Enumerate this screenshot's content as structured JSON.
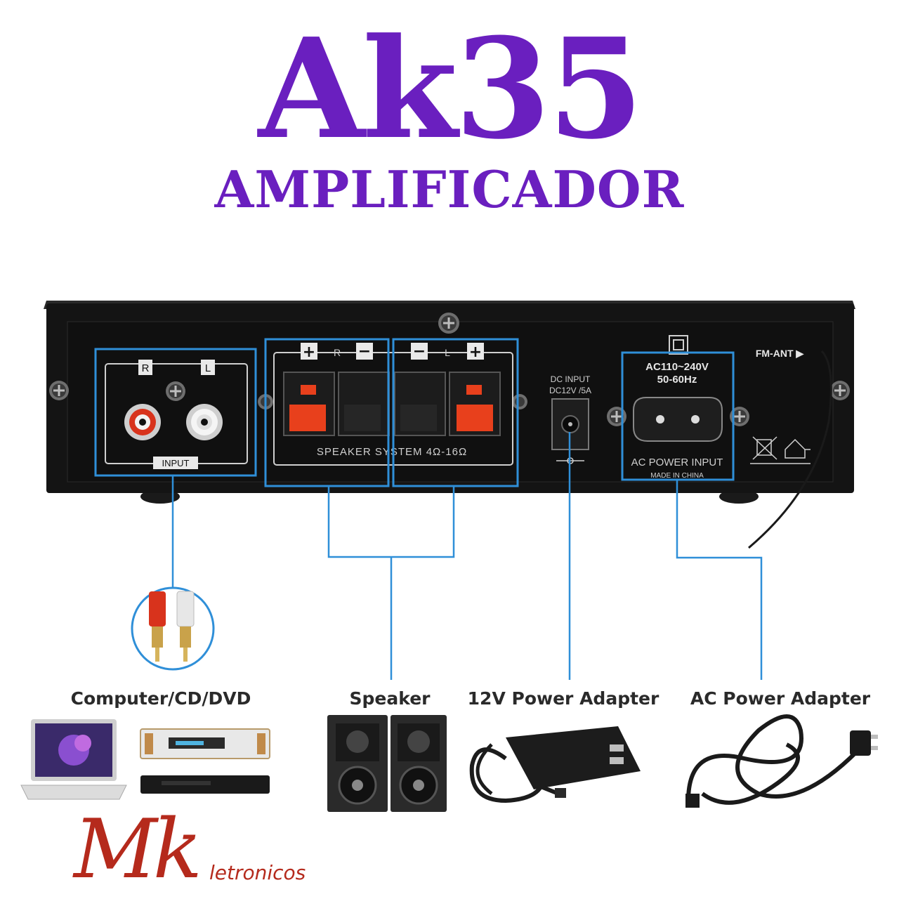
{
  "header": {
    "title": "Ak35",
    "subtitle": "AMPLIFICADOR"
  },
  "panel": {
    "input_r": "R",
    "input_l": "L",
    "input_label": "INPUT",
    "speaker_plus": "+",
    "speaker_minus": "−",
    "speaker_r": "R",
    "speaker_l": "L",
    "speaker_system": "SPEAKER SYSTEM 4Ω-16Ω",
    "dc_input_line1": "DC INPUT",
    "dc_input_line2": "DC12V /5A",
    "ac_range": "AC110~240V",
    "ac_freq": "50-60Hz",
    "ac_power_input": "AC POWER INPUT",
    "made_in": "MADE IN CHINA",
    "fm_ant": "FM-ANT ▶"
  },
  "labels": {
    "computer_cd_dvd": "Computer/CD/DVD",
    "speaker": "Speaker",
    "power_adapter_12v": "12V Power Adapter",
    "ac_power_adapter": "AC Power Adapter"
  },
  "brand": {
    "initials": "Mk",
    "rest": "letronicos"
  },
  "colors": {
    "title": "#6a1fbf",
    "accent_lines": "#2f8fd8",
    "panel_body": "#141414",
    "terminal_red": "#e8401c",
    "brand_red": "#b52a1c"
  },
  "icons": {
    "screw": "screw-icon",
    "rca": "rca-jack-icon",
    "fm_arrow": "triangle-right-icon"
  }
}
